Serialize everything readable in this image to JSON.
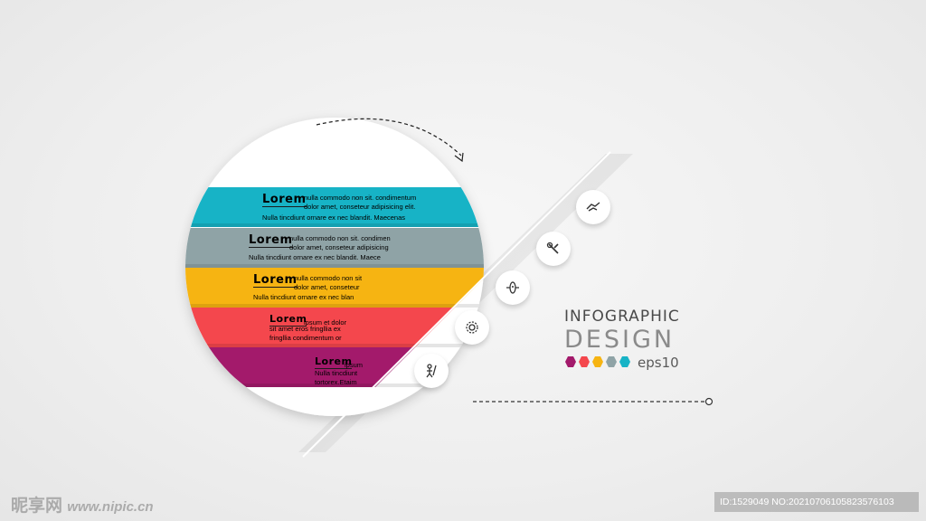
{
  "bands": [
    {
      "color": "#17b3c6",
      "title": "Lorem",
      "line1": "nulla commodo non sit. condimentum",
      "line2": "dolor amet, conseteur adipisicing elit.",
      "line3": "Nulla tincdiunt ornare ex nec blandit. Maecenas",
      "icon": "handshake-icon"
    },
    {
      "color": "#8fa3a6",
      "title": "Lorem",
      "line1": "nulla commodo non sit. condimen",
      "line2": "dolor amet, conseteur adipisicing",
      "line3": "Nulla tincdiunt ornare ex nec blandit. Maece",
      "icon": "tools-icon"
    },
    {
      "color": "#f6b412",
      "title": "Lorem",
      "line1": "nulla commodo non sit",
      "line2": "dolor amet, conseteur",
      "line3": "Nulla tincdiunt ornare ex nec blan",
      "icon": "rocket-icon"
    },
    {
      "color": "#f4474d",
      "title": "Lorem",
      "line1": "ipsum et dolor",
      "line2": "sit amet eros fringllia ex",
      "line3": "fringllia condimentum or",
      "icon": "gear-icon"
    },
    {
      "color": "#a31a6b",
      "title": "Lorem",
      "line1": "ipsum",
      "line2": "Nulla tincdiunt",
      "line3": "tortorex.Etaim",
      "icon": "person-icon"
    }
  ],
  "heading": {
    "line1": "INFOGRAPHIC",
    "line2": "DESIGN",
    "format": "eps10",
    "dot_colors": [
      "#a31a6b",
      "#f4474d",
      "#f6b412",
      "#8fa3a6",
      "#17b3c6"
    ]
  },
  "watermark": {
    "left": "昵享网",
    "url": "www.nipic.cn",
    "right": "ID:1529049 NO:20210706105823576103"
  }
}
